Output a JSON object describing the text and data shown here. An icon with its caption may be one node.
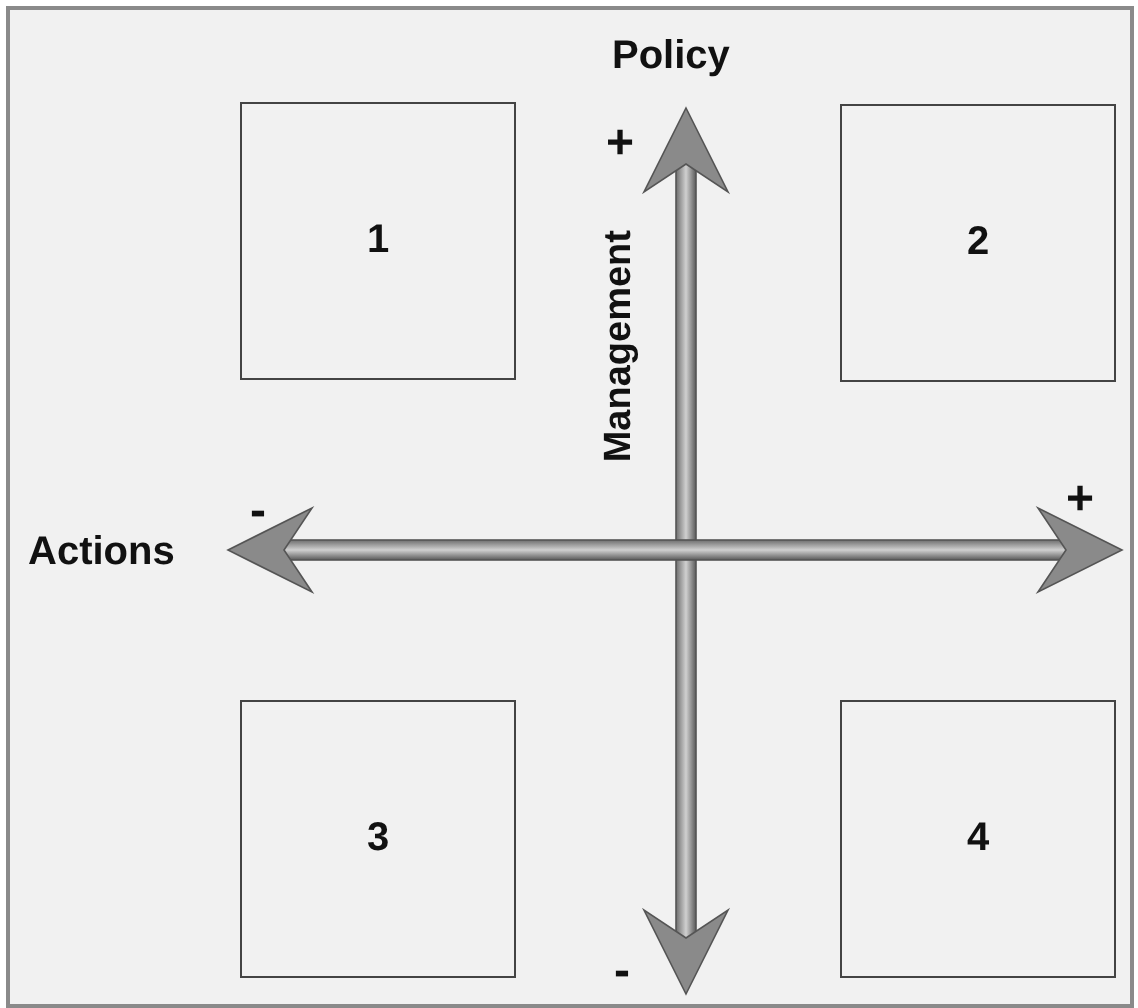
{
  "diagram": {
    "nodes": [
      {
        "text": [
          "1"
        ]
      },
      {
        "text": [
          "2"
        ]
      },
      {
        "text": [
          "3"
        ]
      },
      {
        "text": [
          "4"
        ]
      }
    ],
    "labels": [
      "Policy",
      "+",
      "Management",
      "-",
      "Actions",
      "+",
      "-"
    ]
  }
}
